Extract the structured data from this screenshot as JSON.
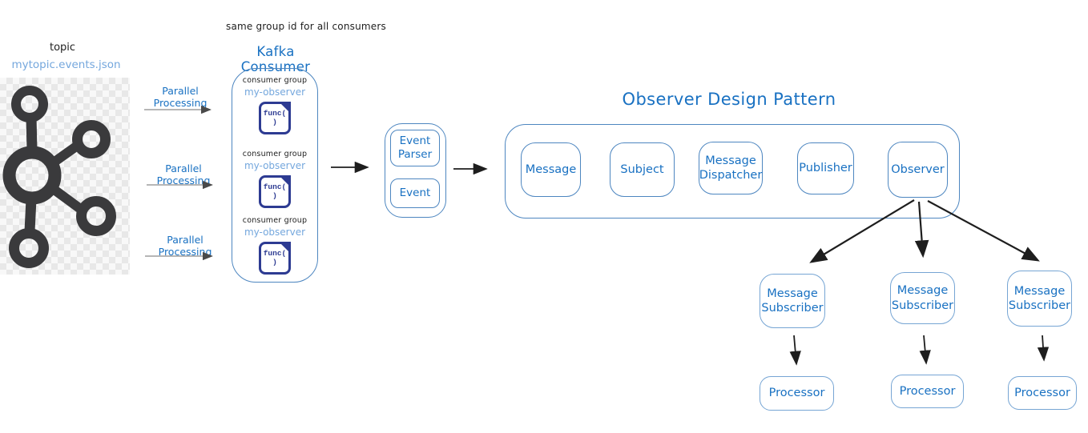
{
  "colors": {
    "accent_blue": "#1971c2",
    "light_blue": "#74a7dd",
    "box_stroke": "#4d86c0",
    "box_stroke_light": "#76a5d4",
    "navy": "#2d3b92",
    "ink": "#1e1e1e",
    "gray_arrow": "#8a8a8a",
    "kafka_dark": "#3a3a3c"
  },
  "topic": {
    "label": "topic",
    "name": "mytopic.events.json"
  },
  "parallel_label": "Parallel Processing",
  "consumer": {
    "note": "same group id for all consumers",
    "title": "Kafka Consumer",
    "groups": [
      {
        "label": "consumer group",
        "name": "my-observer",
        "func": "func( )"
      },
      {
        "label": "consumer group",
        "name": "my-observer",
        "func": "func( )"
      },
      {
        "label": "consumer group",
        "name": "my-observer",
        "func": "func( )"
      }
    ]
  },
  "event": {
    "parser_label": "Event Parser",
    "event_label": "Event"
  },
  "observer": {
    "title": "Observer Design Pattern",
    "components": [
      "Message",
      "Subject",
      "Message Dispatcher",
      "Publisher",
      "Observer"
    ]
  },
  "subscriber": {
    "label": "Message Subscriber",
    "processor_label": "Processor"
  }
}
